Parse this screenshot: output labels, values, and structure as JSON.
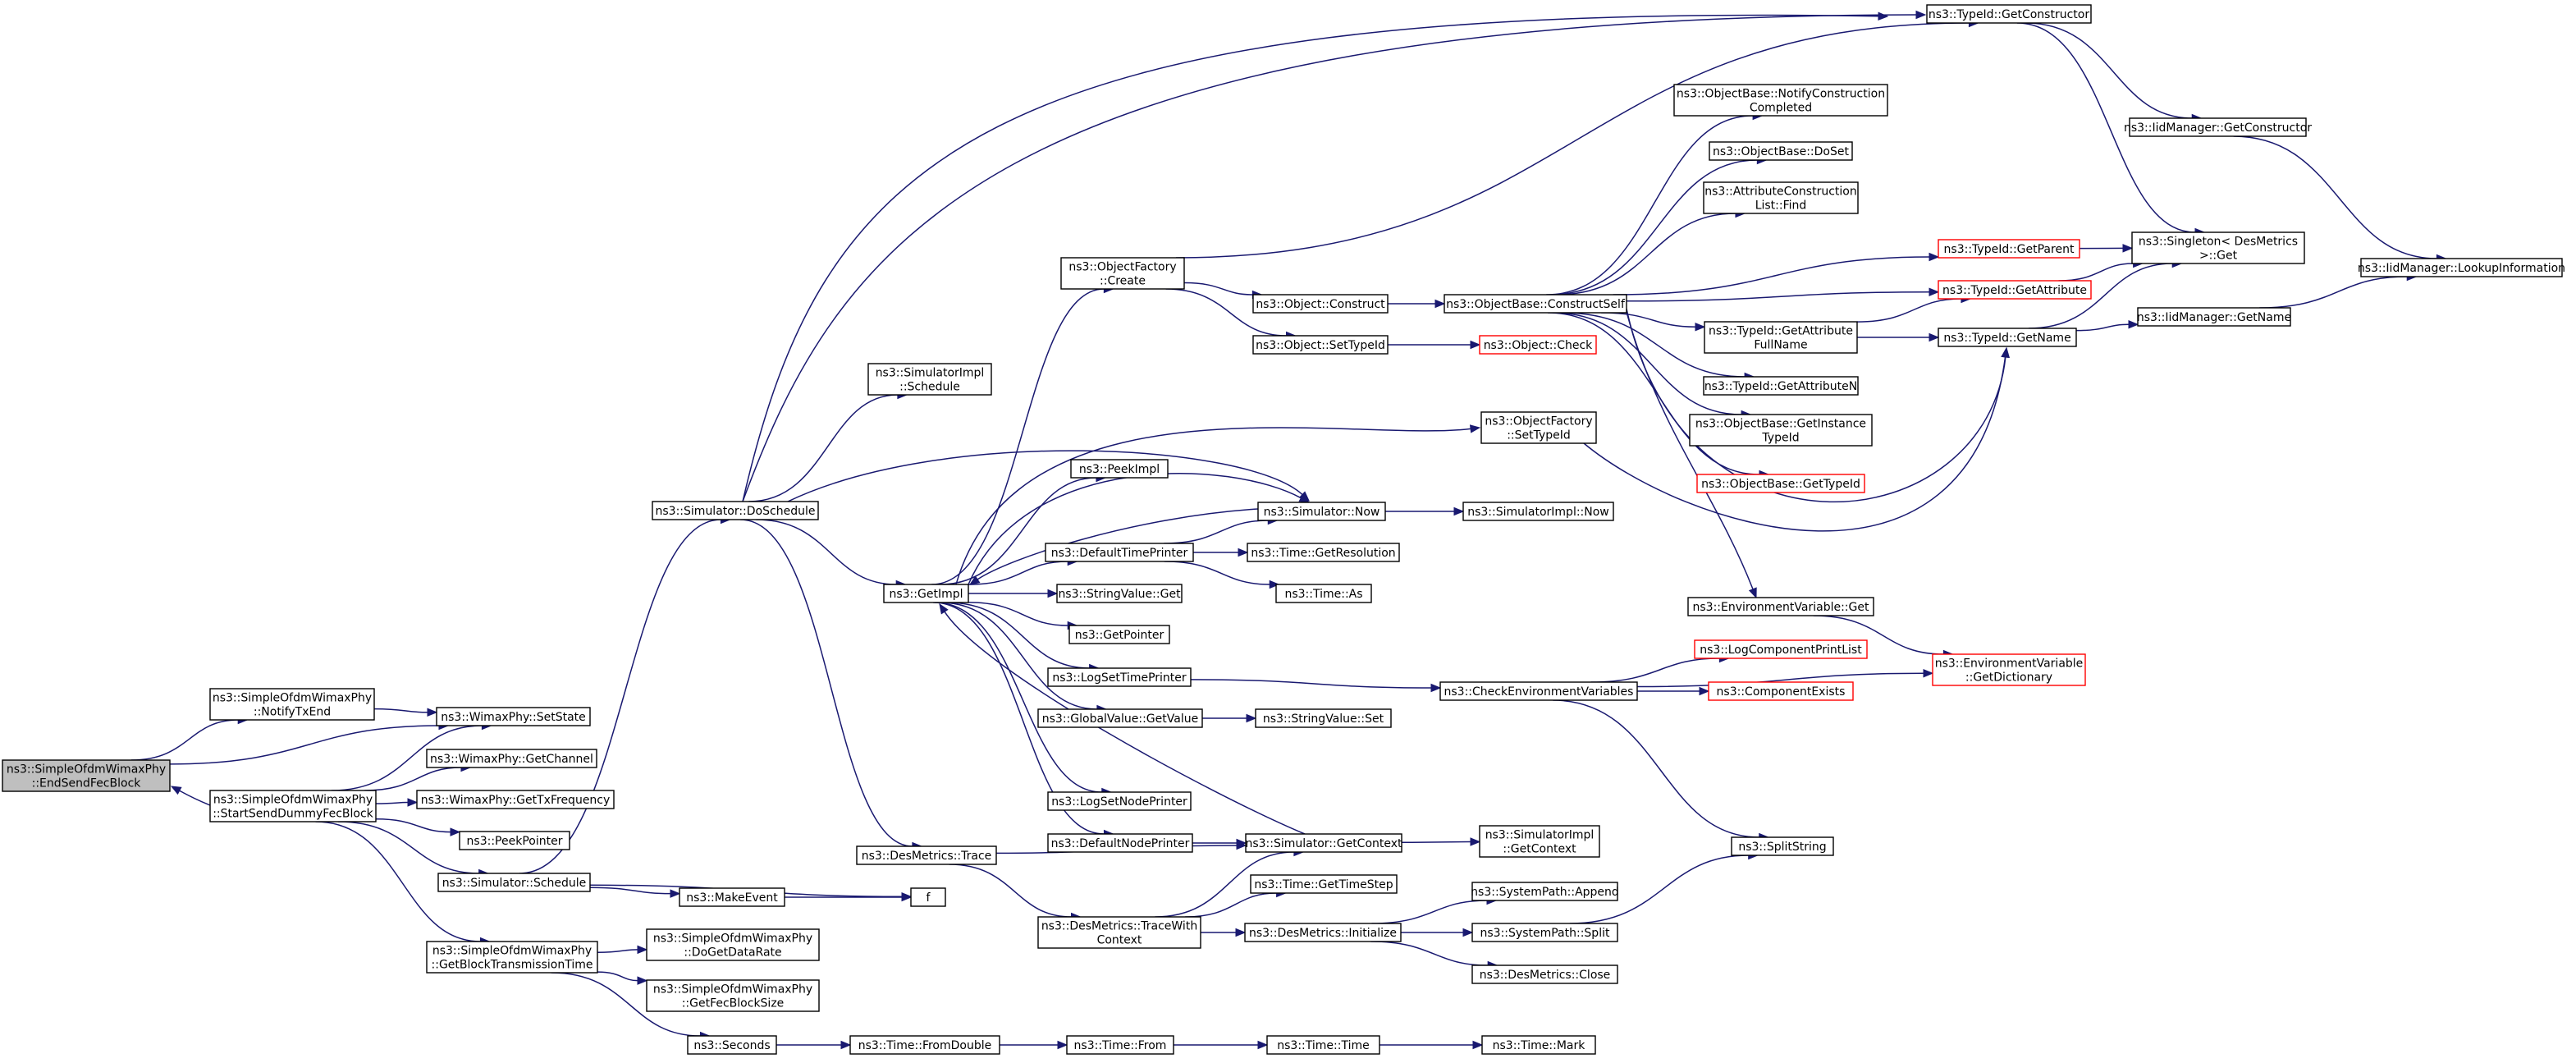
{
  "colors": {
    "edge": "#191970",
    "node_border": "#000000",
    "red_border": "#ff0000",
    "root_fill": "#bfbfbf"
  },
  "nodes": [
    {
      "id": "root",
      "lines": [
        "ns3::SimpleOfdmWimaxPhy",
        "::EndSendFecBlock"
      ],
      "root": true
    },
    {
      "id": "notify",
      "lines": [
        "ns3::SimpleOfdmWimaxPhy",
        "::NotifyTxEnd"
      ]
    },
    {
      "id": "setstate",
      "lines": [
        "ns3::WimaxPhy::SetState"
      ]
    },
    {
      "id": "startsend",
      "lines": [
        "ns3::SimpleOfdmWimaxPhy",
        "::StartSendDummyFecBlock"
      ]
    },
    {
      "id": "getchannel",
      "lines": [
        "ns3::WimaxPhy::GetChannel"
      ]
    },
    {
      "id": "gettxfreq",
      "lines": [
        "ns3::WimaxPhy::GetTxFrequency"
      ]
    },
    {
      "id": "peekpointer",
      "lines": [
        "ns3::PeekPointer"
      ]
    },
    {
      "id": "simschedule",
      "lines": [
        "ns3::Simulator::Schedule"
      ]
    },
    {
      "id": "getblocktx",
      "lines": [
        "ns3::SimpleOfdmWimaxPhy",
        "::GetBlockTransmissionTime"
      ]
    },
    {
      "id": "dogetdatarate",
      "lines": [
        "ns3::SimpleOfdmWimaxPhy",
        "::DoGetDataRate"
      ]
    },
    {
      "id": "getfecblocksize",
      "lines": [
        "ns3::SimpleOfdmWimaxPhy",
        "::GetFecBlockSize"
      ]
    },
    {
      "id": "seconds",
      "lines": [
        "ns3::Seconds"
      ]
    },
    {
      "id": "makeevent",
      "lines": [
        "ns3::MakeEvent"
      ]
    },
    {
      "id": "f",
      "lines": [
        "f"
      ]
    },
    {
      "id": "doschedule",
      "lines": [
        "ns3::Simulator::DoSchedule"
      ]
    },
    {
      "id": "simimplschedule",
      "lines": [
        "ns3::SimulatorImpl",
        "::Schedule"
      ]
    },
    {
      "id": "getimpl",
      "lines": [
        "ns3::GetImpl"
      ]
    },
    {
      "id": "destrace",
      "lines": [
        "ns3::DesMetrics::Trace"
      ]
    },
    {
      "id": "objfactcreate",
      "lines": [
        "ns3::ObjectFactory",
        "::Create"
      ]
    },
    {
      "id": "peekimpl",
      "lines": [
        "ns3::PeekImpl"
      ]
    },
    {
      "id": "deftimeprinter",
      "lines": [
        "ns3::DefaultTimePrinter"
      ]
    },
    {
      "id": "stringvalueget",
      "lines": [
        "ns3::StringValue::Get"
      ]
    },
    {
      "id": "getpointer",
      "lines": [
        "ns3::GetPointer"
      ]
    },
    {
      "id": "logsettimeprinter",
      "lines": [
        "ns3::LogSetTimePrinter"
      ]
    },
    {
      "id": "globalvalueget",
      "lines": [
        "ns3::GlobalValue::GetValue"
      ]
    },
    {
      "id": "logsetnodeprinter",
      "lines": [
        "ns3::LogSetNodePrinter"
      ]
    },
    {
      "id": "defnodeprinter",
      "lines": [
        "ns3::DefaultNodePrinter"
      ]
    },
    {
      "id": "tracewithctx",
      "lines": [
        "ns3::DesMetrics::TraceWith",
        "Context"
      ]
    },
    {
      "id": "objconstruct",
      "lines": [
        "ns3::Object::Construct"
      ]
    },
    {
      "id": "objsettypeid",
      "lines": [
        "ns3::Object::SetTypeId"
      ]
    },
    {
      "id": "objfactsettypeid",
      "lines": [
        "ns3::ObjectFactory",
        "::SetTypeId"
      ]
    },
    {
      "id": "simnow",
      "lines": [
        "ns3::Simulator::Now"
      ]
    },
    {
      "id": "timegetres",
      "lines": [
        "ns3::Time::GetResolution"
      ]
    },
    {
      "id": "timeas",
      "lines": [
        "ns3::Time::As"
      ]
    },
    {
      "id": "stringvalueset",
      "lines": [
        "ns3::StringValue::Set"
      ]
    },
    {
      "id": "simgetcontext",
      "lines": [
        "ns3::Simulator::GetContext"
      ]
    },
    {
      "id": "timegettimestep",
      "lines": [
        "ns3::Time::GetTimeStep"
      ]
    },
    {
      "id": "desinit",
      "lines": [
        "ns3::DesMetrics::Initialize"
      ]
    },
    {
      "id": "timefromdouble",
      "lines": [
        "ns3::Time::FromDouble"
      ]
    },
    {
      "id": "timefrom",
      "lines": [
        "ns3::Time::From"
      ]
    },
    {
      "id": "timetime",
      "lines": [
        "ns3::Time::Time"
      ]
    },
    {
      "id": "timemark",
      "lines": [
        "ns3::Time::Mark"
      ]
    },
    {
      "id": "constructself",
      "lines": [
        "ns3::ObjectBase::ConstructSelf"
      ]
    },
    {
      "id": "objcheck",
      "lines": [
        "ns3::Object::Check"
      ],
      "red": true
    },
    {
      "id": "simimplnow",
      "lines": [
        "ns3::SimulatorImpl::Now"
      ]
    },
    {
      "id": "checkenv",
      "lines": [
        "ns3::CheckEnvironmentVariables"
      ]
    },
    {
      "id": "simimplgetctx",
      "lines": [
        "ns3::SimulatorImpl",
        "::GetContext"
      ]
    },
    {
      "id": "syspathappend",
      "lines": [
        "ns3::SystemPath::Append"
      ]
    },
    {
      "id": "syspathsplit",
      "lines": [
        "ns3::SystemPath::Split"
      ]
    },
    {
      "id": "desclose",
      "lines": [
        "ns3::DesMetrics::Close"
      ]
    },
    {
      "id": "notifyconstr",
      "lines": [
        "ns3::ObjectBase::NotifyConstruction",
        "Completed"
      ]
    },
    {
      "id": "doset",
      "lines": [
        "ns3::ObjectBase::DoSet"
      ]
    },
    {
      "id": "attrconstrfind",
      "lines": [
        "ns3::AttributeConstruction",
        "List::Find"
      ]
    },
    {
      "id": "getattrfullname",
      "lines": [
        "ns3::TypeId::GetAttribute",
        "FullName"
      ]
    },
    {
      "id": "getattrn",
      "lines": [
        "ns3::TypeId::GetAttributeN"
      ]
    },
    {
      "id": "getinstancetypeid",
      "lines": [
        "ns3::ObjectBase::GetInstance",
        "TypeId"
      ]
    },
    {
      "id": "objbasegettypeid",
      "lines": [
        "ns3::ObjectBase::GetTypeId"
      ],
      "red": true
    },
    {
      "id": "envget",
      "lines": [
        "ns3::EnvironmentVariable::Get"
      ]
    },
    {
      "id": "logcomplist",
      "lines": [
        "ns3::LogComponentPrintList"
      ],
      "red": true
    },
    {
      "id": "compexists",
      "lines": [
        "ns3::ComponentExists"
      ],
      "red": true
    },
    {
      "id": "splitstring",
      "lines": [
        "ns3::SplitString"
      ]
    },
    {
      "id": "typeidgetctor",
      "lines": [
        "ns3::TypeId::GetConstructor"
      ]
    },
    {
      "id": "typeidgetparent",
      "lines": [
        "ns3::TypeId::GetParent"
      ],
      "red": true
    },
    {
      "id": "typeidgetattr",
      "lines": [
        "ns3::TypeId::GetAttribute"
      ],
      "red": true
    },
    {
      "id": "typeidgetname",
      "lines": [
        "ns3::TypeId::GetName"
      ]
    },
    {
      "id": "envgetdict",
      "lines": [
        "ns3::EnvironmentVariable",
        "::GetDictionary"
      ],
      "red": true
    },
    {
      "id": "iidmgrgetctor",
      "lines": [
        "ns3::IidManager::GetConstructor"
      ]
    },
    {
      "id": "singleton",
      "lines": [
        "ns3::Singleton< DesMetrics",
        ">::Get"
      ]
    },
    {
      "id": "iidmgrgetname",
      "lines": [
        "ns3::IidManager::GetName"
      ]
    },
    {
      "id": "iidmgrlookup",
      "lines": [
        "ns3::IidManager::LookupInformation"
      ]
    }
  ],
  "edges": [
    [
      "startsend",
      "root"
    ],
    [
      "root",
      "notify"
    ],
    [
      "root",
      "setstate"
    ],
    [
      "notify",
      "setstate"
    ],
    [
      "startsend",
      "setstate"
    ],
    [
      "startsend",
      "getchannel"
    ],
    [
      "startsend",
      "gettxfreq"
    ],
    [
      "startsend",
      "peekpointer"
    ],
    [
      "startsend",
      "simschedule"
    ],
    [
      "startsend",
      "getblocktx"
    ],
    [
      "getblocktx",
      "dogetdatarate"
    ],
    [
      "getblocktx",
      "getfecblocksize"
    ],
    [
      "getblocktx",
      "seconds"
    ],
    [
      "simschedule",
      "makeevent"
    ],
    [
      "simschedule",
      "f"
    ],
    [
      "makeevent",
      "f"
    ],
    [
      "simschedule",
      "doschedule"
    ],
    [
      "doschedule",
      "simimplschedule"
    ],
    [
      "doschedule",
      "getimpl"
    ],
    [
      "doschedule",
      "destrace"
    ],
    [
      "doschedule",
      "simnow"
    ],
    [
      "doschedule",
      "typeidgetctor"
    ],
    [
      "doschedule",
      "singleton"
    ],
    [
      "getimpl",
      "objfactcreate"
    ],
    [
      "getimpl",
      "peekimpl"
    ],
    [
      "getimpl",
      "deftimeprinter"
    ],
    [
      "getimpl",
      "stringvalueget"
    ],
    [
      "getimpl",
      "getpointer"
    ],
    [
      "getimpl",
      "logsettimeprinter"
    ],
    [
      "getimpl",
      "globalvalueget"
    ],
    [
      "getimpl",
      "logsetnodeprinter"
    ],
    [
      "getimpl",
      "defnodeprinter"
    ],
    [
      "getimpl",
      "objfactsettypeid"
    ],
    [
      "getimpl",
      "simnow"
    ],
    [
      "simnow",
      "getimpl"
    ],
    [
      "simgetcontext",
      "getimpl"
    ],
    [
      "destrace",
      "simgetcontext"
    ],
    [
      "destrace",
      "tracewithctx"
    ],
    [
      "tracewithctx",
      "simgetcontext"
    ],
    [
      "tracewithctx",
      "timegettimestep"
    ],
    [
      "tracewithctx",
      "desinit"
    ],
    [
      "seconds",
      "timefromdouble"
    ],
    [
      "timefromdouble",
      "timefrom"
    ],
    [
      "timefrom",
      "timetime"
    ],
    [
      "timetime",
      "timemark"
    ],
    [
      "objfactcreate",
      "objconstruct"
    ],
    [
      "objfactcreate",
      "objsettypeid"
    ],
    [
      "objfactcreate",
      "typeidgetctor"
    ],
    [
      "objconstruct",
      "constructself"
    ],
    [
      "objsettypeid",
      "objcheck"
    ],
    [
      "deftimeprinter",
      "simnow"
    ],
    [
      "deftimeprinter",
      "timegetres"
    ],
    [
      "deftimeprinter",
      "timeas"
    ],
    [
      "simnow",
      "simimplnow"
    ],
    [
      "globalvalueget",
      "stringvalueset"
    ],
    [
      "logsettimeprinter",
      "checkenv"
    ],
    [
      "defnodeprinter",
      "simgetcontext"
    ],
    [
      "simgetcontext",
      "simimplgetctx"
    ],
    [
      "desinit",
      "syspathappend"
    ],
    [
      "desinit",
      "syspathsplit"
    ],
    [
      "desinit",
      "desclose"
    ],
    [
      "syspathsplit",
      "splitstring"
    ],
    [
      "checkenv",
      "splitstring"
    ],
    [
      "checkenv",
      "logcomplist"
    ],
    [
      "checkenv",
      "compexists"
    ],
    [
      "checkenv",
      "envgetdict"
    ],
    [
      "objfactsettypeid",
      "typeidgetname"
    ],
    [
      "constructself",
      "notifyconstr"
    ],
    [
      "constructself",
      "doset"
    ],
    [
      "constructself",
      "attrconstrfind"
    ],
    [
      "constructself",
      "typeidgetparent"
    ],
    [
      "constructself",
      "typeidgetattr"
    ],
    [
      "constructself",
      "getattrfullname"
    ],
    [
      "constructself",
      "getattrn"
    ],
    [
      "constructself",
      "getinstancetypeid"
    ],
    [
      "constructself",
      "objbasegettypeid"
    ],
    [
      "constructself",
      "typeidgetname"
    ],
    [
      "constructself",
      "envget"
    ],
    [
      "envget",
      "envgetdict"
    ],
    [
      "getattrfullname",
      "typeidgetattr"
    ],
    [
      "getattrfullname",
      "typeidgetname"
    ],
    [
      "typeidgetctor",
      "iidmgrgetctor"
    ],
    [
      "typeidgetctor",
      "singleton"
    ],
    [
      "typeidgetparent",
      "singleton"
    ],
    [
      "typeidgetattr",
      "singleton"
    ],
    [
      "typeidgetname",
      "singleton"
    ],
    [
      "typeidgetname",
      "iidmgrgetname"
    ],
    [
      "iidmgrgetctor",
      "iidmgrlookup"
    ],
    [
      "iidmgrgetname",
      "iidmgrlookup"
    ]
  ]
}
